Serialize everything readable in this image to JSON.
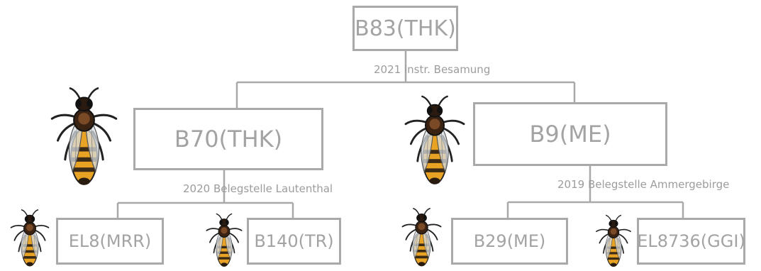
{
  "tree": {
    "root": {
      "label": "B83(THK)"
    },
    "root_mating": {
      "year": "2021",
      "type": "instr. Besamung"
    },
    "left": {
      "label": "B70(THK)"
    },
    "left_mating": {
      "year": "2020",
      "type": "Belegstelle Lautenthal"
    },
    "right": {
      "label": "B9(ME)"
    },
    "right_mating": {
      "year": "2019",
      "type": "Belegstelle Ammergebirge"
    },
    "grandchildren": [
      {
        "label": "EL8(MRR)"
      },
      {
        "label": "B140(TR)"
      },
      {
        "label": "B29(ME)"
      },
      {
        "label": "EL8736(GGI)"
      }
    ]
  },
  "colors": {
    "box_border": "#a9a9a9",
    "text": "#a3a3a3",
    "connector": "#a9a9a9"
  },
  "icons": [
    "queen-bee-icon",
    "worker-bee-icon"
  ]
}
